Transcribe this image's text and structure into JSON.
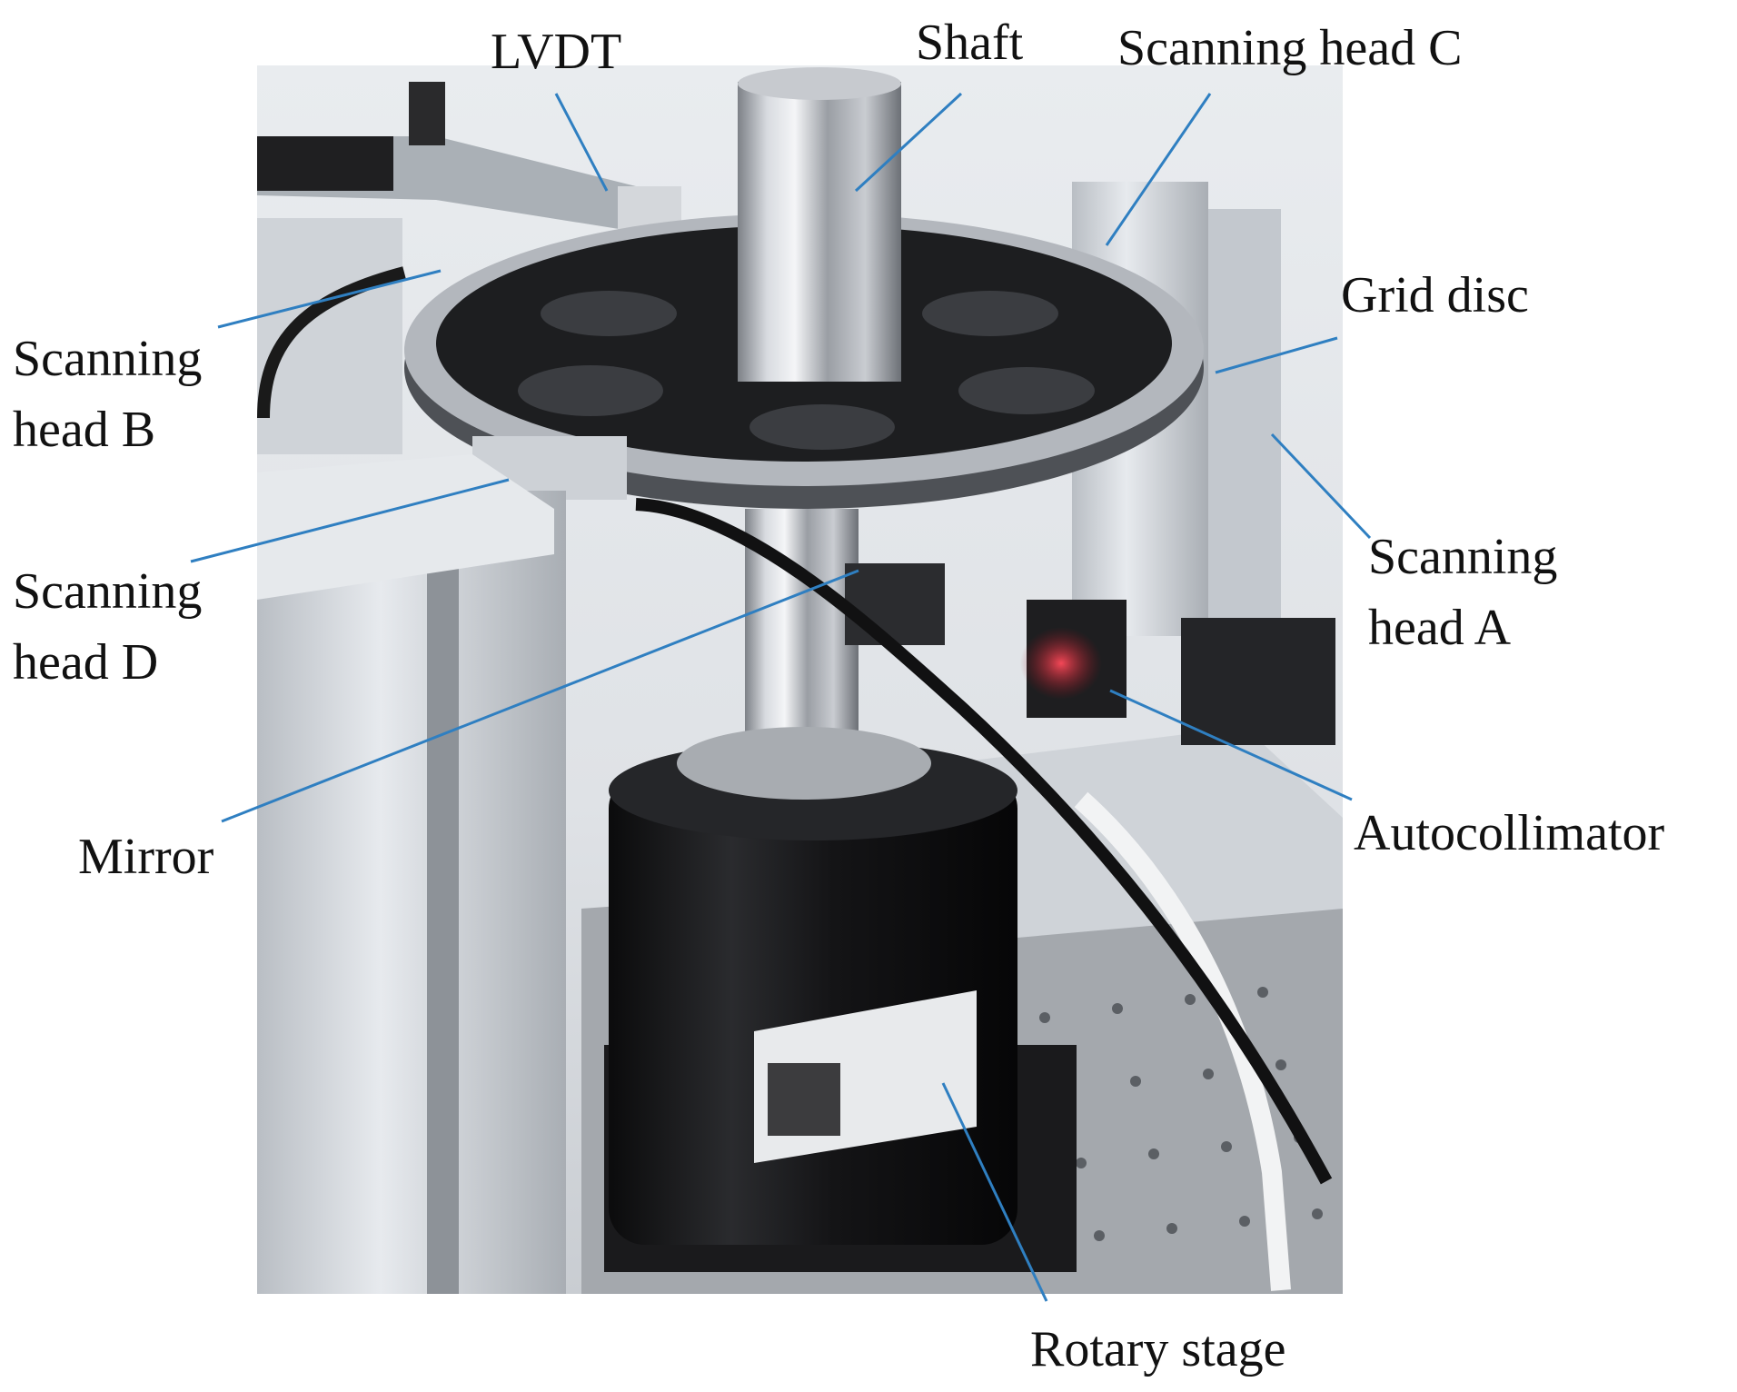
{
  "figure": {
    "labels": {
      "lvdt": "LVDT",
      "shaft": "Shaft",
      "scanning_head_c": "Scanning head C",
      "grid_disc": "Grid disc",
      "scanning_head_b_line1": "Scanning",
      "scanning_head_b_line2": "head B",
      "scanning_head_a_line1": "Scanning",
      "scanning_head_a_line2": "head A",
      "scanning_head_d_line1": "Scanning",
      "scanning_head_d_line2": "head D",
      "autocollimator": "Autocollimator",
      "mirror": "Mirror",
      "rotary_stage": "Rotary stage"
    },
    "colors": {
      "leader_line": "#2f7fc1",
      "label_text": "#111111",
      "disc": "#1c1c1e",
      "steel": "#b8bcc2",
      "aluminum": "#d9dde2",
      "stage_body": "#121214",
      "background": "#eef0f2"
    }
  }
}
